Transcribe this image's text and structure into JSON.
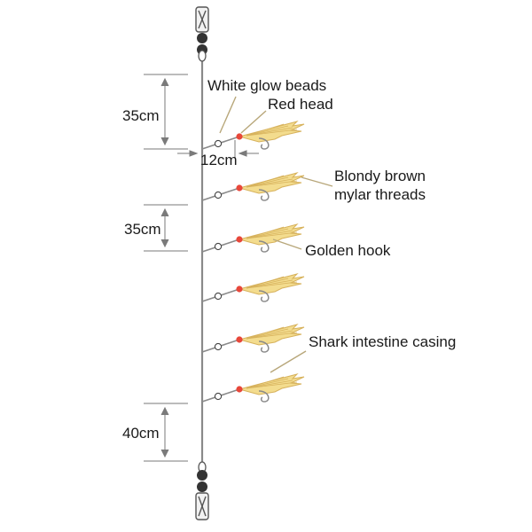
{
  "labels": {
    "white_glow_beads": "White glow beads",
    "red_head": "Red head",
    "blondy_line1": "Blondy brown",
    "blondy_line2": "mylar threads",
    "golden_hook": "Golden hook",
    "shark_casing": "Shark intestine casing"
  },
  "dimensions": {
    "top_spacing": "35cm",
    "mid_spacing": "35cm",
    "bottom_spacing": "40cm",
    "dropper_length": "12cm"
  },
  "colors": {
    "mainline": "#8a8a8a",
    "lure_fill": "#f3dc8e",
    "lure_stroke": "#d7b25c",
    "red_head": "#e8473a",
    "bead": "#ffffff",
    "swivel": "#555555",
    "dimension": "#7a7a7a",
    "leader": "#b8a77a"
  },
  "icons": {
    "swivel": "swivel-icon",
    "bead": "bead-icon",
    "lure": "lure-icon",
    "hook": "hook-icon"
  }
}
